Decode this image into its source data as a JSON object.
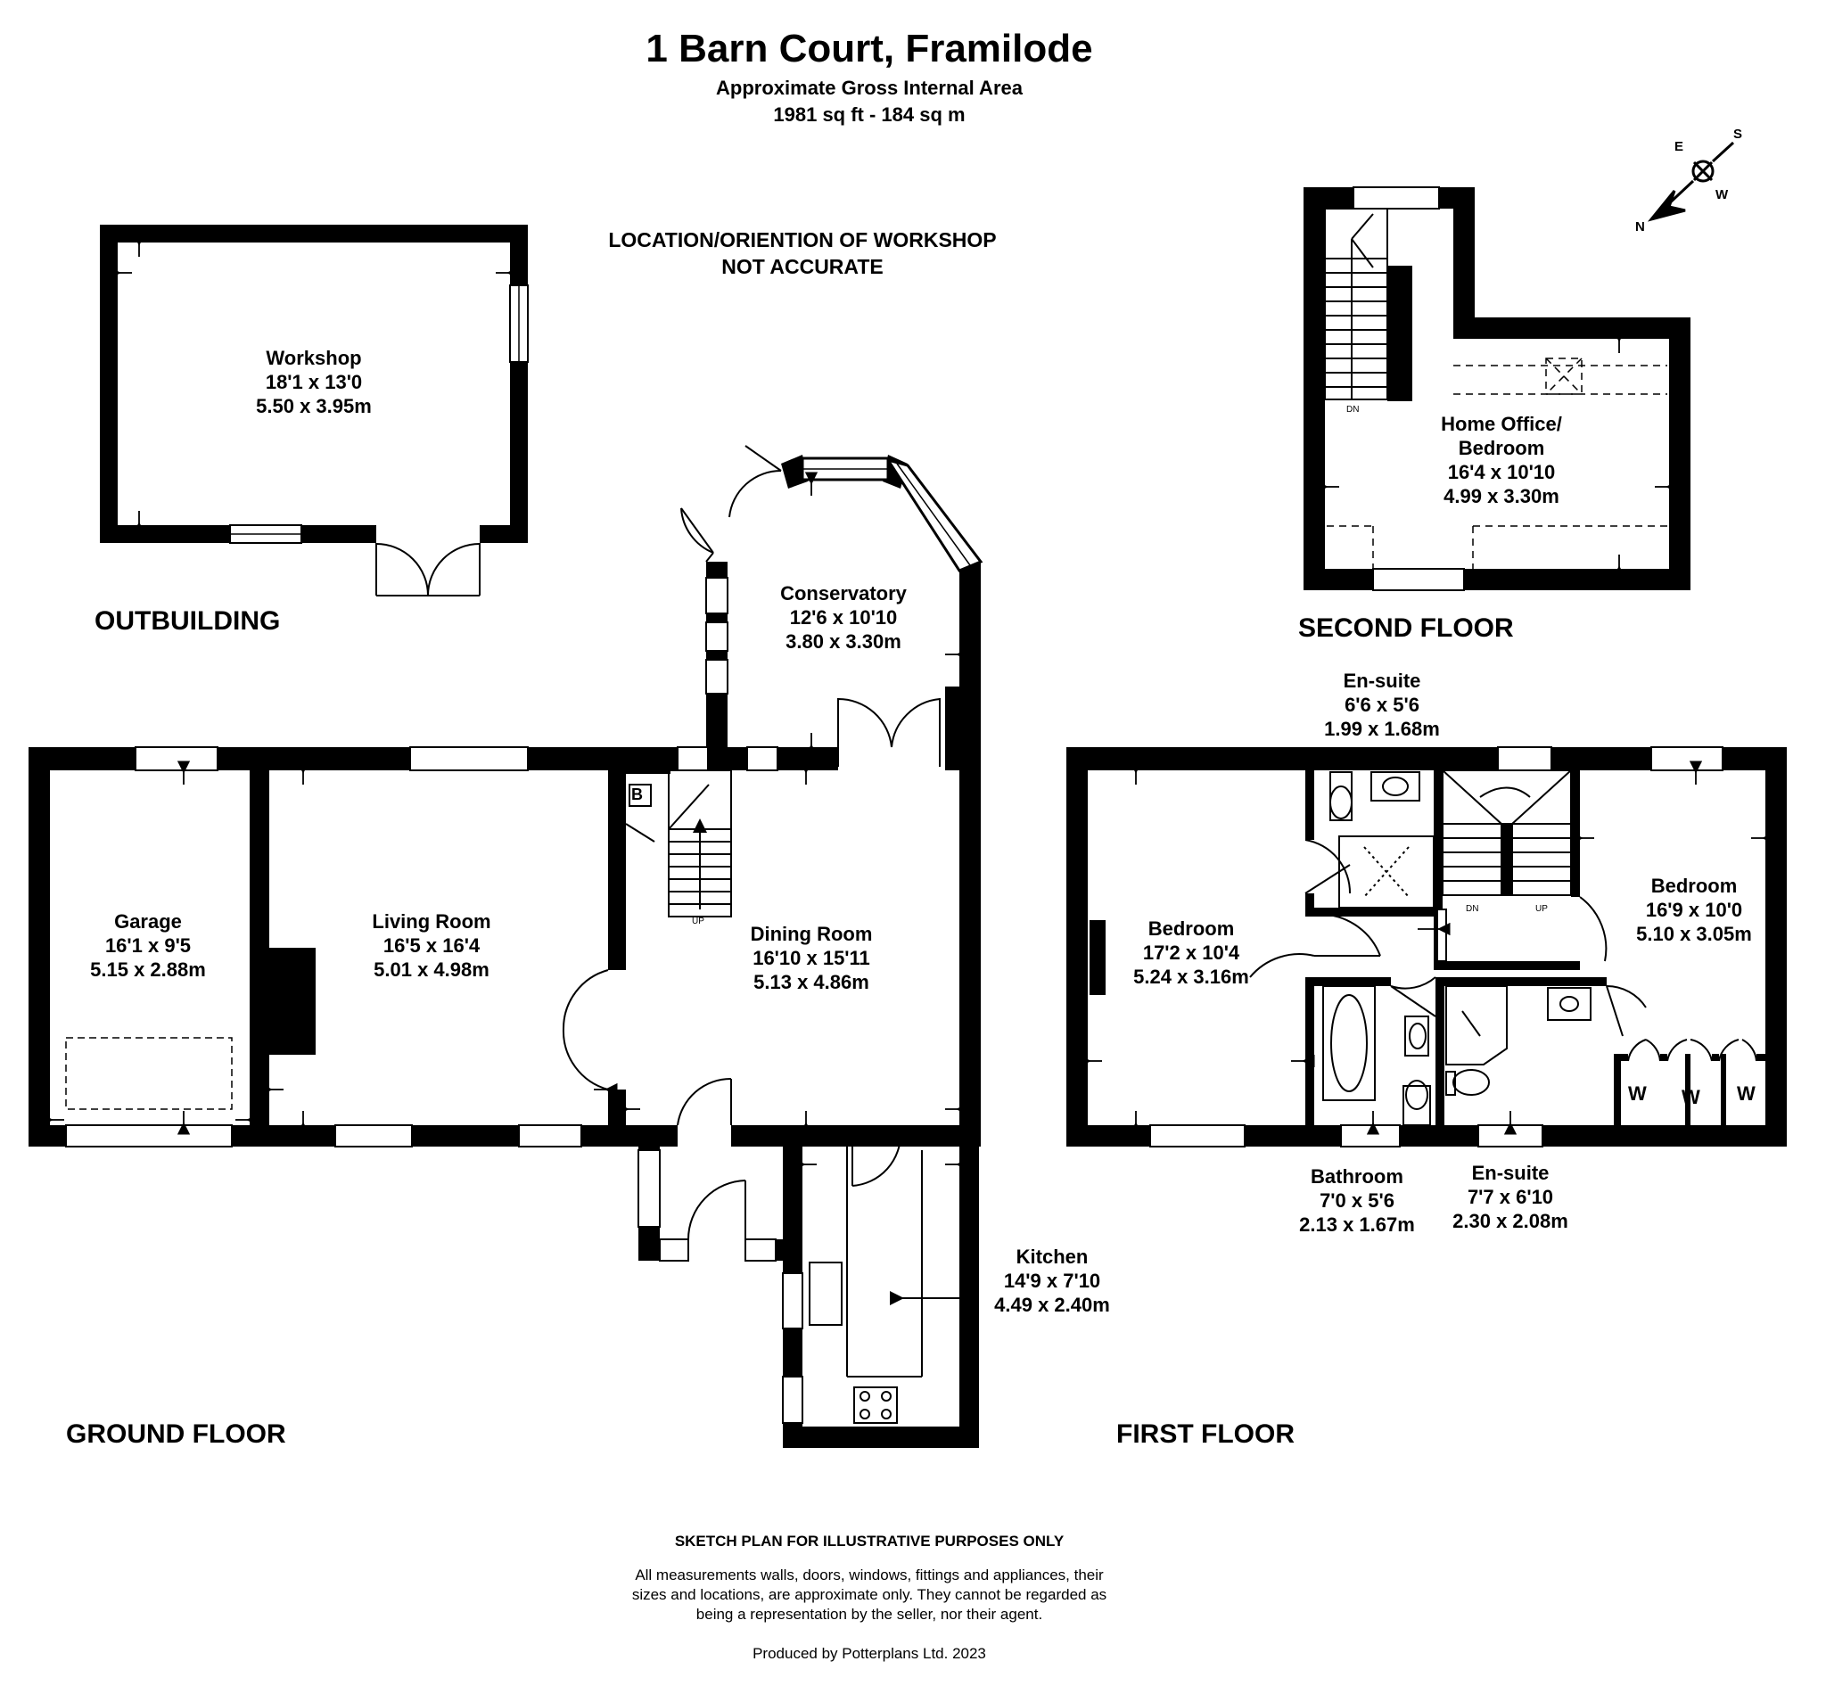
{
  "header": {
    "title": "1 Barn Court, Framilode",
    "subtitle": "Approximate Gross Internal Area",
    "area": "1981 sq ft - 184 sq m"
  },
  "note": {
    "line1": "LOCATION/ORIENTION OF WORKSHOP",
    "line2": "NOT ACCURATE"
  },
  "floors": {
    "outbuilding": "OUTBUILDING",
    "ground": "GROUND FLOOR",
    "first": "FIRST FLOOR",
    "second": "SECOND FLOOR"
  },
  "rooms": {
    "workshop": {
      "name": "Workshop",
      "imperial": "18'1 x 13'0",
      "metric": "5.50 x 3.95m"
    },
    "conservatory": {
      "name": "Conservatory",
      "imperial": "12'6 x 10'10",
      "metric": "3.80 x 3.30m"
    },
    "garage": {
      "name": "Garage",
      "imperial": "16'1 x 9'5",
      "metric": "5.15 x 2.88m"
    },
    "living": {
      "name": "Living Room",
      "imperial": "16'5 x 16'4",
      "metric": "5.01 x 4.98m"
    },
    "dining": {
      "name": "Dining Room",
      "imperial": "16'10 x 15'11",
      "metric": "5.13 x 4.86m"
    },
    "kitchen": {
      "name": "Kitchen",
      "imperial": "14'9 x 7'10",
      "metric": "4.49 x 2.40m"
    },
    "homeoffice": {
      "name1": "Home Office/",
      "name2": "Bedroom",
      "imperial": "16'4 x 10'10",
      "metric": "4.99 x 3.30m"
    },
    "ensuite1": {
      "name": "En-suite",
      "imperial": "6'6 x 5'6",
      "metric": "1.99 x 1.68m"
    },
    "bedroom1": {
      "name": "Bedroom",
      "imperial": "17'2 x 10'4",
      "metric": "5.24 x 3.16m"
    },
    "bedroom2": {
      "name": "Bedroom",
      "imperial": "16'9 x 10'0",
      "metric": "5.10 x 3.05m"
    },
    "bathroom": {
      "name": "Bathroom",
      "imperial": "7'0 x 5'6",
      "metric": "2.13 x 1.67m"
    },
    "ensuite2": {
      "name": "En-suite",
      "imperial": "7'7 x 6'10",
      "metric": "2.30 x 2.08m"
    }
  },
  "symbols": {
    "boiler": "B",
    "wardrobe": "W",
    "up": "UP",
    "down": "DN"
  },
  "compass": {
    "n": "N",
    "e": "E",
    "s": "S",
    "w": "W"
  },
  "footer": {
    "heading": "SKETCH PLAN FOR ILLUSTRATIVE PURPOSES ONLY",
    "line1": "All measurements walls, doors, windows, fittings and appliances, their",
    "line2": "sizes and locations, are approximate only. They cannot be regarded as",
    "line3": "being a representation by the seller, nor their agent.",
    "producer": "Produced by Potterplans Ltd. 2023"
  }
}
